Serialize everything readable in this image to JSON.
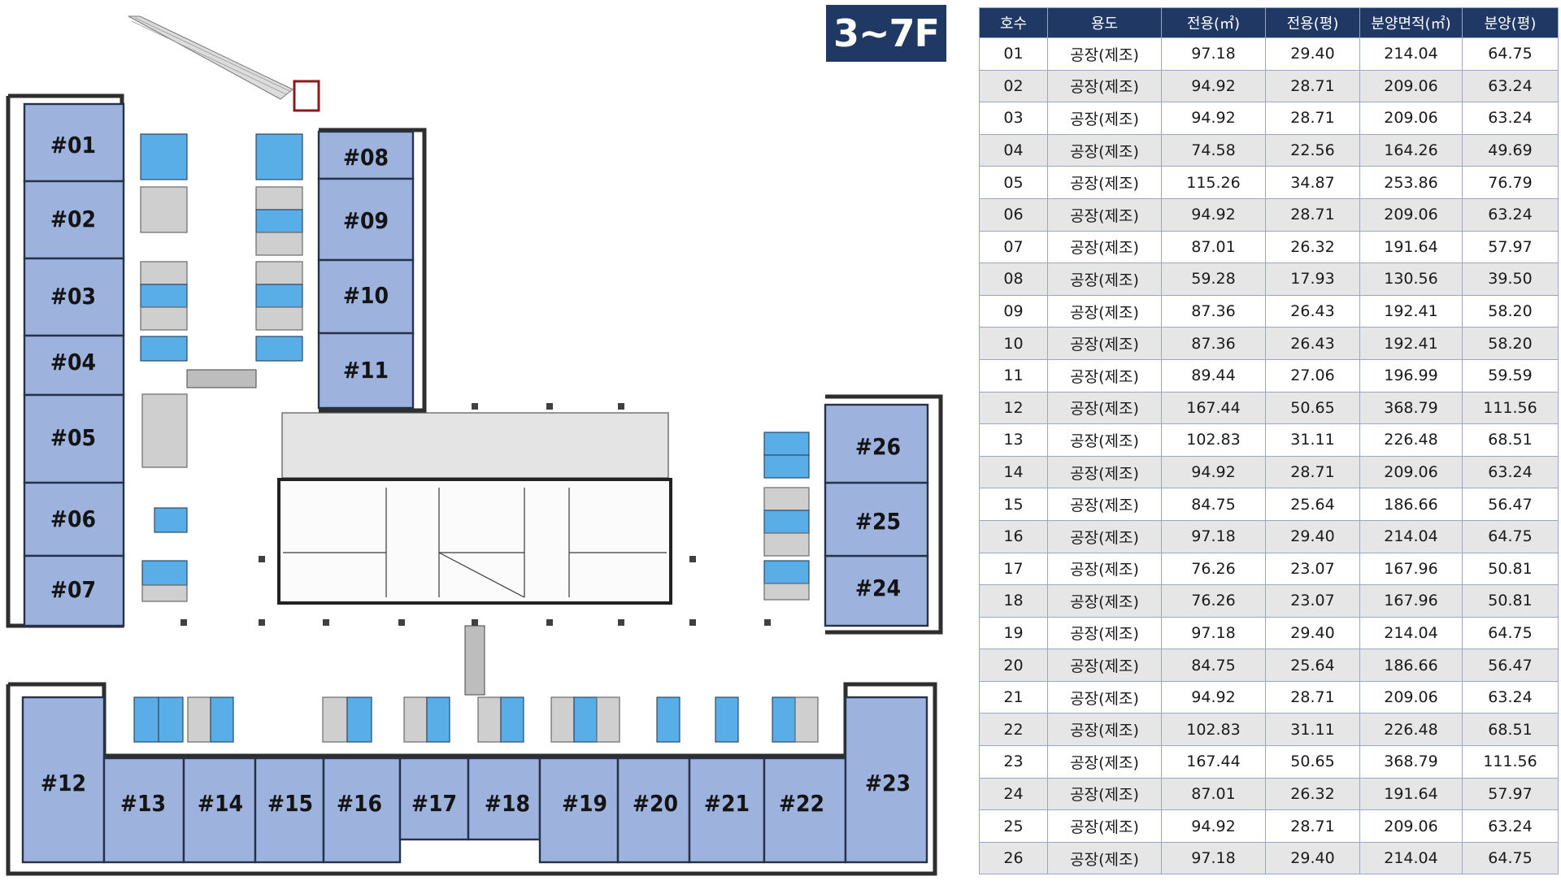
{
  "floor_label": "3~7F",
  "table": {
    "headers": [
      "호수",
      "용도",
      "전용(㎡)",
      "전용(평)",
      "분양면적(㎡)",
      "분양(평)"
    ],
    "rows": [
      [
        "01",
        "공장(제조)",
        "97.18",
        "29.40",
        "214.04",
        "64.75"
      ],
      [
        "02",
        "공장(제조)",
        "94.92",
        "28.71",
        "209.06",
        "63.24"
      ],
      [
        "03",
        "공장(제조)",
        "94.92",
        "28.71",
        "209.06",
        "63.24"
      ],
      [
        "04",
        "공장(제조)",
        "74.58",
        "22.56",
        "164.26",
        "49.69"
      ],
      [
        "05",
        "공장(제조)",
        "115.26",
        "34.87",
        "253.86",
        "76.79"
      ],
      [
        "06",
        "공장(제조)",
        "94.92",
        "28.71",
        "209.06",
        "63.24"
      ],
      [
        "07",
        "공장(제조)",
        "87.01",
        "26.32",
        "191.64",
        "57.97"
      ],
      [
        "08",
        "공장(제조)",
        "59.28",
        "17.93",
        "130.56",
        "39.50"
      ],
      [
        "09",
        "공장(제조)",
        "87.36",
        "26.43",
        "192.41",
        "58.20"
      ],
      [
        "10",
        "공장(제조)",
        "87.36",
        "26.43",
        "192.41",
        "58.20"
      ],
      [
        "11",
        "공장(제조)",
        "89.44",
        "27.06",
        "196.99",
        "59.59"
      ],
      [
        "12",
        "공장(제조)",
        "167.44",
        "50.65",
        "368.79",
        "111.56"
      ],
      [
        "13",
        "공장(제조)",
        "102.83",
        "31.11",
        "226.48",
        "68.51"
      ],
      [
        "14",
        "공장(제조)",
        "94.92",
        "28.71",
        "209.06",
        "63.24"
      ],
      [
        "15",
        "공장(제조)",
        "84.75",
        "25.64",
        "186.66",
        "56.47"
      ],
      [
        "16",
        "공장(제조)",
        "97.18",
        "29.40",
        "214.04",
        "64.75"
      ],
      [
        "17",
        "공장(제조)",
        "76.26",
        "23.07",
        "167.96",
        "50.81"
      ],
      [
        "18",
        "공장(제조)",
        "76.26",
        "23.07",
        "167.96",
        "50.81"
      ],
      [
        "19",
        "공장(제조)",
        "97.18",
        "29.40",
        "214.04",
        "64.75"
      ],
      [
        "20",
        "공장(제조)",
        "84.75",
        "25.64",
        "186.66",
        "56.47"
      ],
      [
        "21",
        "공장(제조)",
        "94.92",
        "28.71",
        "209.06",
        "63.24"
      ],
      [
        "22",
        "공장(제조)",
        "102.83",
        "31.11",
        "226.48",
        "68.51"
      ],
      [
        "23",
        "공장(제조)",
        "167.44",
        "50.65",
        "368.79",
        "111.56"
      ],
      [
        "24",
        "공장(제조)",
        "87.01",
        "26.32",
        "191.64",
        "57.97"
      ],
      [
        "25",
        "공장(제조)",
        "94.92",
        "28.71",
        "209.06",
        "63.24"
      ],
      [
        "26",
        "공장(제조)",
        "97.18",
        "29.40",
        "214.04",
        "64.75"
      ]
    ]
  },
  "plan": {
    "units": [
      "#01",
      "#02",
      "#03",
      "#04",
      "#05",
      "#06",
      "#07",
      "#08",
      "#09",
      "#10",
      "#11",
      "#12",
      "#13",
      "#14",
      "#15",
      "#16",
      "#17",
      "#18",
      "#19",
      "#20",
      "#21",
      "#22",
      "#23",
      "#24",
      "#25",
      "#26"
    ],
    "unit_color": "#9db2dd",
    "parking_blue": "#5aaee8",
    "parking_gray": "#cfcfcf"
  }
}
